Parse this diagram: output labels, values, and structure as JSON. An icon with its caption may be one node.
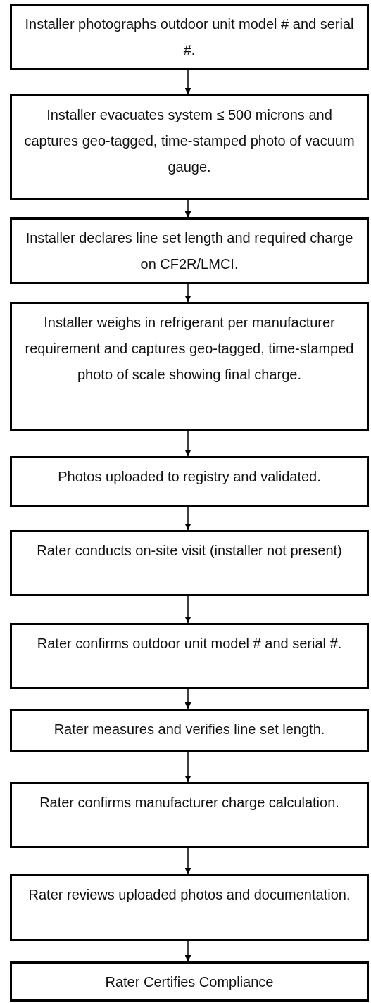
{
  "diagram": {
    "nodes": [
      {
        "text": [
          "Installer photographs outdoor unit model # and serial #."
        ]
      },
      {
        "text": [
          "Installer evacuates system ≤ 500 microns and captures geo-tagged, time-stamped photo of vacuum gauge."
        ]
      },
      {
        "text": [
          "Installer declares line set length and required charge on CF2R/LMCI."
        ]
      },
      {
        "text": [
          "Installer weighs in refrigerant per manufacturer requirement and captures geo-tagged, time-stamped photo of scale showing final charge."
        ]
      },
      {
        "text": [
          "Photos uploaded to registry and validated."
        ]
      },
      {
        "text": [
          "Rater conducts on-site visit (installer not present)"
        ]
      },
      {
        "text": [
          "Rater confirms outdoor unit model # and serial #."
        ]
      },
      {
        "text": [
          "Rater measures and verifies line set length."
        ]
      },
      {
        "text": [
          "Rater confirms manufacturer charge calculation."
        ]
      },
      {
        "text": [
          "Rater reviews uploaded photos and documentation."
        ]
      },
      {
        "text": [
          "Rater Certifies Compliance"
        ]
      }
    ],
    "edges": [
      {
        "from": 0,
        "to": 1,
        "arrow": "to"
      },
      {
        "from": 1,
        "to": 2,
        "arrow": "to"
      },
      {
        "from": 2,
        "to": 3,
        "arrow": "to"
      },
      {
        "from": 3,
        "to": 4,
        "arrow": "to"
      },
      {
        "from": 4,
        "to": 5,
        "arrow": "to"
      },
      {
        "from": 5,
        "to": 6,
        "arrow": "to"
      },
      {
        "from": 6,
        "to": 7,
        "arrow": "to"
      },
      {
        "from": 7,
        "to": 8,
        "arrow": "to"
      },
      {
        "from": 8,
        "to": 9,
        "arrow": "to"
      },
      {
        "from": 9,
        "to": 10,
        "arrow": "to"
      }
    ]
  }
}
